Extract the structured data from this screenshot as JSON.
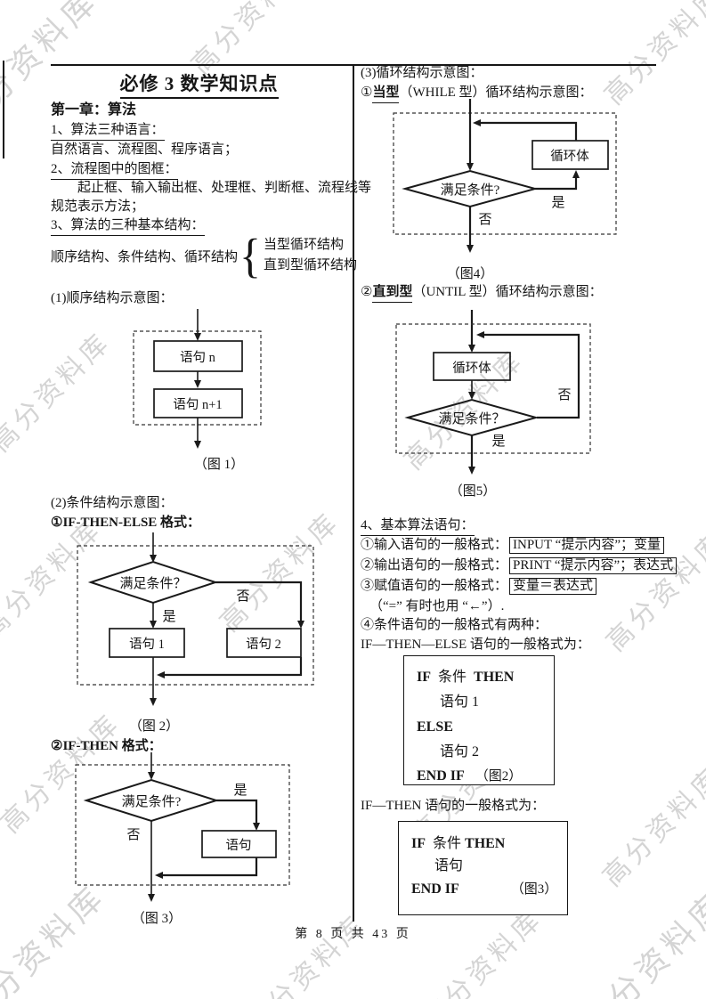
{
  "page": {
    "title": "必修 3 数学知识点",
    "footer": "第 8 页 共 43 页",
    "watermark": "高分资料库",
    "accent_color": "#161616",
    "watermark_color": "#c3c3c3"
  },
  "left": {
    "chapter": "第一章：算法",
    "s1_head": "1、算法三种语言：",
    "s1_body": "自然语言、流程图、程序语言；",
    "s2_head": "2、流程图中的图框：",
    "s2_body1": "起止框、输入输出框、处理框、判断框、流程线等",
    "s2_body2": "规范表示方法；",
    "s3_head": "3、算法的三种基本结构：",
    "s3_body": "顺序结构、条件结构、循环结构",
    "s3_brace": "{",
    "s3_brace_top": "当型循环结构",
    "s3_brace_bottom": "直到型循环结构",
    "d1_head": "(1)顺序结构示意图：",
    "d1_box1": "语句 n",
    "d1_box2": "语句 n+1",
    "d1_caption": "（图 1）",
    "d2_head": "(2)条件结构示意图：",
    "d2_sub": "①IF-THEN-ELSE 格式：",
    "d2_diamond": "满足条件？",
    "d2_yes": "是",
    "d2_no": "否",
    "d2_box1": "语句 1",
    "d2_box2": "语句 2",
    "d2_caption": "（图 2）",
    "d3_sub": "②IF-THEN 格式：",
    "d3_diamond": "满足条件?",
    "d3_yes": "是",
    "d3_no": "否",
    "d3_box": "语句",
    "d3_caption": "（图 3）"
  },
  "right": {
    "s3_head": "(3)循环结构示意图：",
    "while_prefix": "①",
    "while_bold": "当型",
    "while_rest": "（WHILE 型）循环结构示意图：",
    "d4_loop": "循环体",
    "d4_diamond": "满足条件?",
    "d4_yes": "是",
    "d4_no": "否",
    "d4_caption": "（图4）",
    "until_prefix": "②",
    "until_bold": "直到型",
    "until_rest": "（UNTIL 型）循环结构示意图：",
    "d5_loop": "循环体",
    "d5_diamond": "满足条件？",
    "d5_yes": "是",
    "d5_no": "否",
    "d5_caption": "（图5）",
    "s4_head": "4、基本算法语句：",
    "stmt1_label": "①输入语句的一般格式：",
    "stmt1_code": "INPUT “提示内容”；变量",
    "stmt2_label": "②输出语句的一般格式：",
    "stmt2_code": "PRINT “提示内容”；表达式",
    "stmt3_label": "③赋值语句的一般格式：",
    "stmt3_code": "变量＝表达式",
    "stmt3_note": "（“=” 有时也用 “←”）.",
    "stmt4_label": "④条件语句的一般格式有两种：",
    "ifelse_intro": "IF—THEN—ELSE 语句的一般格式为：",
    "codeA": {
      "kw_if": "IF",
      "cond": "条件",
      "kw_then": "THEN",
      "stmt1": "语句 1",
      "kw_else": "ELSE",
      "stmt2": "语句 2",
      "kw_end": "END IF",
      "caption": "（图2）"
    },
    "ifthen_intro": "IF—THEN 语句的一般格式为：",
    "codeB": {
      "kw_if": "IF",
      "cond": "条件",
      "kw_then": "THEN",
      "stmt": "语句",
      "kw_end": "END IF",
      "caption": "（图3）"
    }
  }
}
